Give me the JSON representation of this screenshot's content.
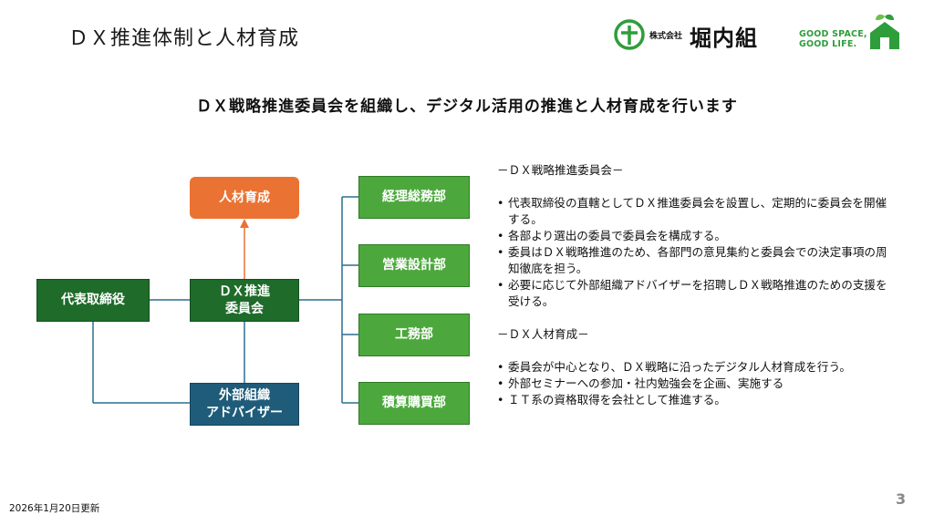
{
  "header": {
    "title": "ＤＸ推進体制と人材育成",
    "logo_company_small": "株式会社",
    "logo_company_name": "堀内組",
    "slogan_line1": "GOOD SPACE,",
    "slogan_line2": "GOOD LIFE."
  },
  "subtitle": "ＤＸ戦略推進委員会を組織し、デジタル活用の推進と人材育成を行います",
  "diagram": {
    "nodes": {
      "executive": "代表取締役",
      "committee_line1": "ＤＸ推進",
      "committee_line2": "委員会",
      "talent": "人材育成",
      "advisor_line1": "外部組織",
      "advisor_line2": "アドバイザー",
      "dept1": "経理総務部",
      "dept2": "営業設計部",
      "dept3": "工務部",
      "dept4": "積算購買部"
    }
  },
  "description": {
    "section1_title": "－ＤＸ戦略推進委員会－",
    "section1_items": [
      "代表取締役の直轄としてＤＸ推進委員会を設置し、定期的に委員会を開催する。",
      "各部より選出の委員で委員会を構成する。",
      "委員はＤＸ戦略推進のため、各部門の意見集約と委員会での決定事項の周知徹底を担う。",
      "必要に応じて外部組織アドバイザーを招聘しＤＸ戦略推進のための支援を受ける。"
    ],
    "section2_title": "－ＤＸ人材育成－",
    "section2_items": [
      "委員会が中心となり、ＤＸ戦略に沿ったデジタル人材育成を行う。",
      "外部セミナーへの参加・社内勉強会を企画、実施する",
      "ＩＴ系の資格取得を会社として推進する。"
    ]
  },
  "footer": {
    "date": "2026年1月20日更新",
    "page_number": "3"
  },
  "colors": {
    "dark_green": "#1e6b2a",
    "light_green": "#4ca83c",
    "orange": "#ea7232",
    "navy": "#1f5c7a",
    "connector": "#2a6f8e"
  }
}
